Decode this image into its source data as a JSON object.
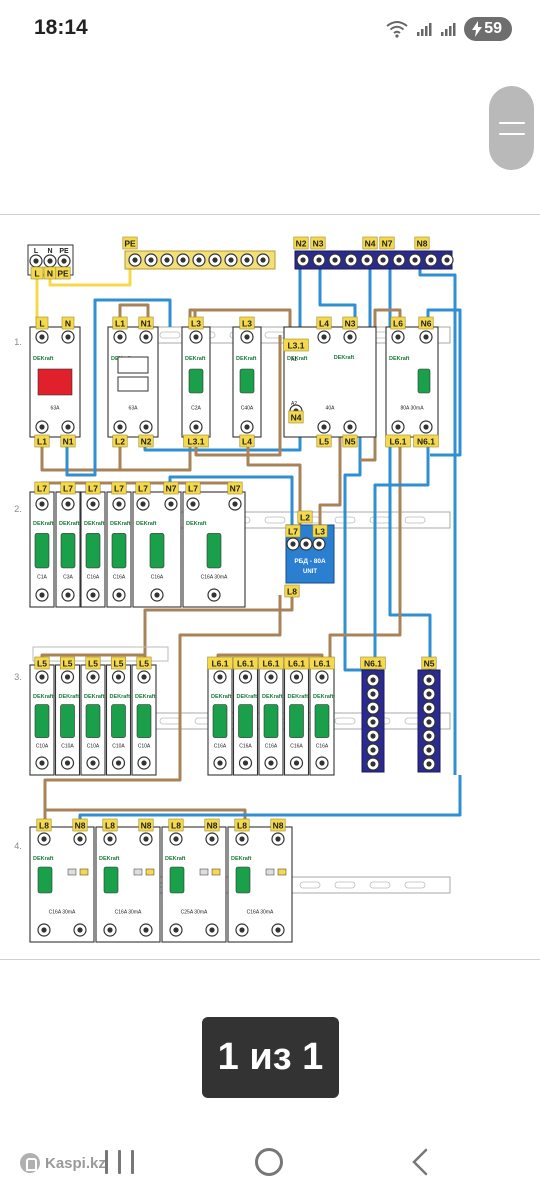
{
  "status_bar": {
    "time": "18:14",
    "battery": "59"
  },
  "viewer": {
    "counter": "1 из 1"
  },
  "watermark": {
    "text": "Kaspi.kz"
  },
  "diagram": {
    "brand": "DEKraft",
    "rows": [
      "1.",
      "2.",
      "3.",
      "4."
    ],
    "main_input": [
      "L",
      "N",
      "PE"
    ],
    "pe_bus_label": "PE",
    "neutral_bus_labels": [
      "N2",
      "N3",
      "N4",
      "N7",
      "N8"
    ],
    "row1": [
      {
        "top": [
          "L",
          "N"
        ],
        "rating": "63A",
        "bottom": [
          "L1",
          "N1"
        ],
        "color": "#e0202a"
      },
      {
        "top": [
          "L1",
          "N1"
        ],
        "rating": "63A",
        "bottom": [
          "L2",
          "N2"
        ]
      },
      {
        "top": [
          "L3"
        ],
        "rating": "C2A",
        "bottom": [
          "L3.1"
        ]
      },
      {
        "top": [
          "L3"
        ],
        "rating": "C40A",
        "bottom": [
          "L4"
        ]
      },
      {
        "top": [
          "L4",
          "N3"
        ],
        "top_extra": [
          "L3.1"
        ],
        "coil": [
          "A1",
          "A2"
        ],
        "rating": "40A",
        "bottom": [
          "L5",
          "N5"
        ],
        "bottom_extra": [
          "N4"
        ]
      },
      {
        "top": [
          "L6",
          "N6"
        ],
        "rating": "80A 30mA",
        "bottom": [
          "L6.1",
          "N6.1"
        ]
      }
    ],
    "row2": [
      {
        "top": "L7",
        "rating": "C1A"
      },
      {
        "top": "L7",
        "rating": "C3A"
      },
      {
        "top": "L7",
        "rating": "C16A"
      },
      {
        "top": "L7",
        "rating": "C16A"
      },
      {
        "top": "L7",
        "top2": "N7",
        "rating": "C16A"
      },
      {
        "top": "L7",
        "top2": "N7",
        "rating": "C16A 30mA"
      }
    ],
    "relay": {
      "labels": [
        "L2",
        "L7",
        "L3",
        "L8"
      ],
      "name": "РБД - 80A",
      "sub": "UNIT"
    },
    "row3_left": {
      "label": "L5",
      "ratings": [
        "C10A",
        "C10A",
        "C10A",
        "C10A",
        "C10A"
      ]
    },
    "row3_right": {
      "label": "L6.1",
      "ratings": [
        "C16A",
        "C16A",
        "C16A",
        "C16A",
        "C16A"
      ]
    },
    "nbus1": "N6.1",
    "nbus2": "N5",
    "row4": [
      {
        "top": [
          "L8",
          "N8"
        ],
        "rating": "C16A  30mA"
      },
      {
        "top": [
          "L8",
          "N8"
        ],
        "rating": "C16A 30mA"
      },
      {
        "top": [
          "L8",
          "N8"
        ],
        "rating": "C25A  30mA"
      },
      {
        "top": [
          "L8",
          "N8"
        ],
        "rating": "C16A  30mA"
      }
    ]
  }
}
